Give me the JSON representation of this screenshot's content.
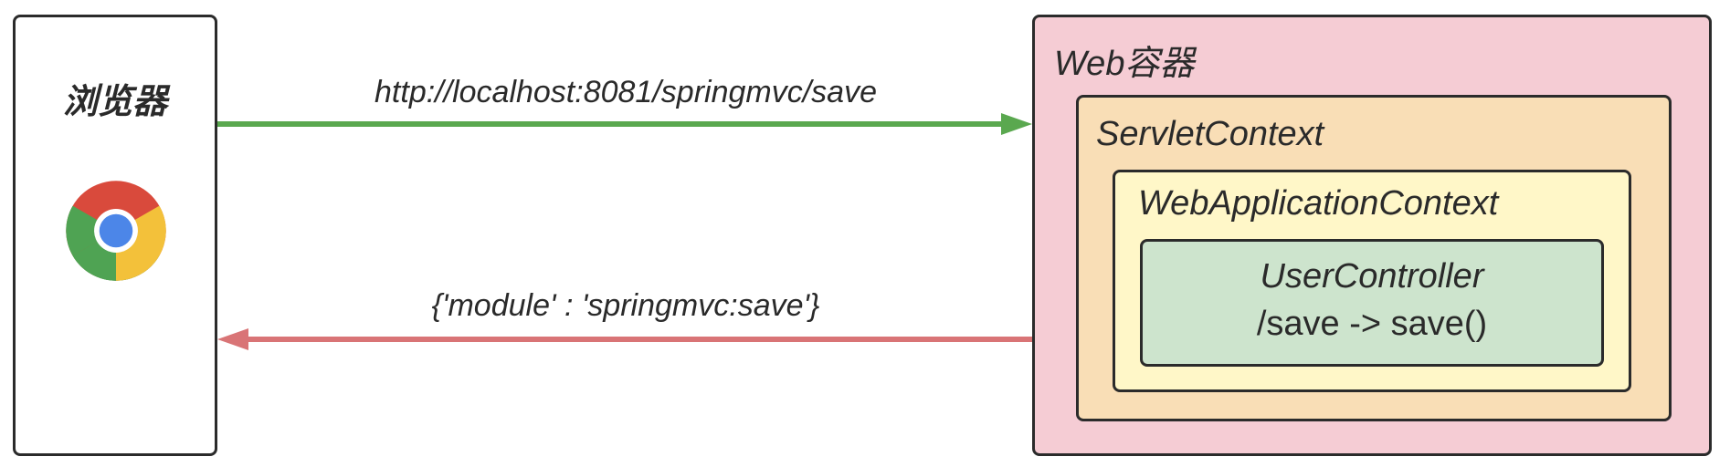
{
  "browser": {
    "label": "浏览器",
    "icon": "chrome-icon"
  },
  "request": {
    "label": "http://localhost:8081/springmvc/save",
    "color": "#5aa84f"
  },
  "response": {
    "label": "{'module' : 'springmvc:save'}",
    "color": "#d97476"
  },
  "web_container": {
    "label": "Web容器",
    "color": "#f5ccd4",
    "servlet_context": {
      "label": "ServletContext",
      "color": "#f9deb6",
      "web_application_context": {
        "label": "WebApplicationContext",
        "color": "#fff7c8",
        "controller": {
          "name": "UserController",
          "mapping": "/save -> save()",
          "color": "#cde4cd"
        }
      }
    }
  }
}
